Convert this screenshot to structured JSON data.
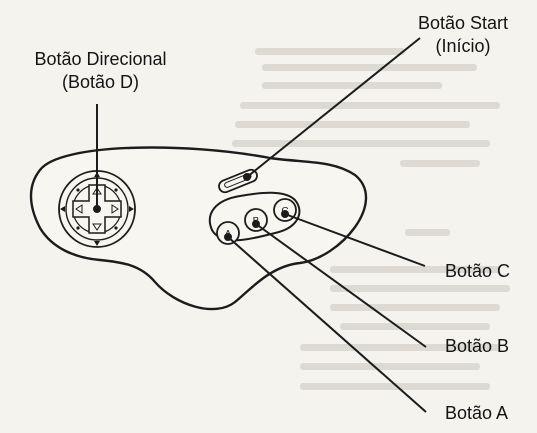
{
  "labels": {
    "dpad_line1": "Botão Direcional",
    "dpad_line2": "(Botão D)",
    "start_line1": "Botão Start",
    "start_line2": "(Início)",
    "button_c": "Botão C",
    "button_b": "Botão B",
    "button_a": "Botão A"
  },
  "buttons": {
    "a": "A",
    "b": "B",
    "c": "C"
  },
  "colors": {
    "ink": "#1c1c1c",
    "paper": "#f4f3ee",
    "bleed_text": "#d8d6cf"
  }
}
